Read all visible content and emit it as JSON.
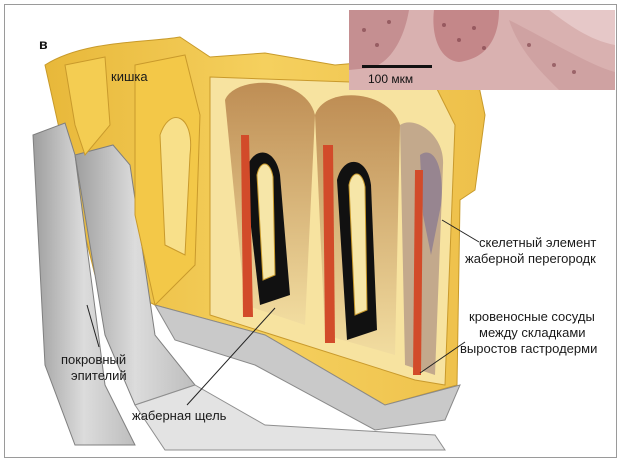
{
  "figure": {
    "panel_letter": "в",
    "inset": {
      "scale_bar_label": "100 мкм"
    },
    "labels": {
      "gut": "кишка",
      "skeletal_element_line1": "скелетный элемент",
      "skeletal_element_line2": "жаберной перегородк",
      "vessels_line1": "кровеносные сосуды",
      "vessels_line2": "между складками",
      "vessels_line3": "выростов гастродерми",
      "epithelium_line1": "покровный",
      "epithelium_line2": "эпителий",
      "gill_slit": "жаберная щель"
    },
    "colors": {
      "gut_yellow": "#f3cc55",
      "gut_light": "#f7e6a2",
      "septum_tan": "#c9995c",
      "vessel_red": "#d24b2a",
      "slit_black": "#111111",
      "epithelium_gray": "#cfcfcf",
      "skeleton_purple": "#9a8a9a"
    }
  }
}
